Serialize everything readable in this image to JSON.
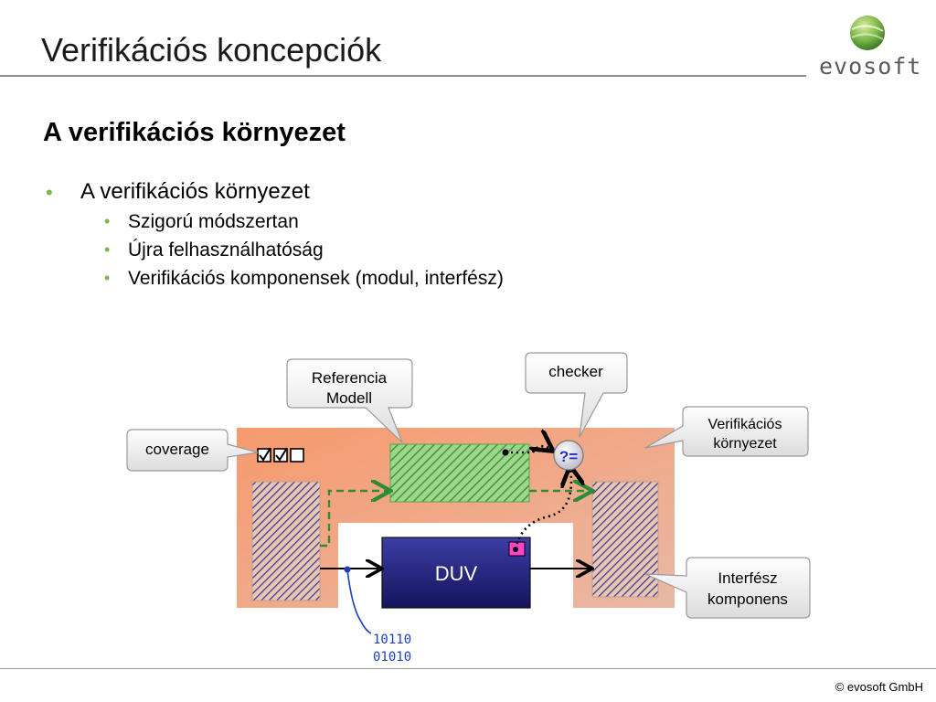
{
  "slide": {
    "title": "Verifikációs koncepciók",
    "subtitle": "A verifikációs környezet",
    "logo_text": "evosoft",
    "footer": "© evosoft GmbH"
  },
  "bullets": {
    "level1": "A verifikációs környezet",
    "level2": [
      "Szigorú módszertan",
      "Újra felhasználhatóság",
      "Verifikációs komponensek (modul, interfész)"
    ]
  },
  "diagram": {
    "callouts": {
      "coverage": "coverage",
      "ref_line1": "Referencia",
      "ref_line2": "Modell",
      "checker": "checker",
      "env_line1": "Verifikációs",
      "env_line2": "környezet",
      "iface_line1": "Interfész",
      "iface_line2": "komponens"
    },
    "duv_label": "DUV",
    "compare_label": "?=",
    "bits_line1": "10110",
    "bits_line2": "01010",
    "colors": {
      "environment": "#f3a07a",
      "reference": "#7ac36a",
      "duv": "#2a2a80",
      "interface_hatch": "#3a3a9a",
      "dashed_arrow": "#2e8b3a",
      "bullet": "#7ab648"
    }
  }
}
